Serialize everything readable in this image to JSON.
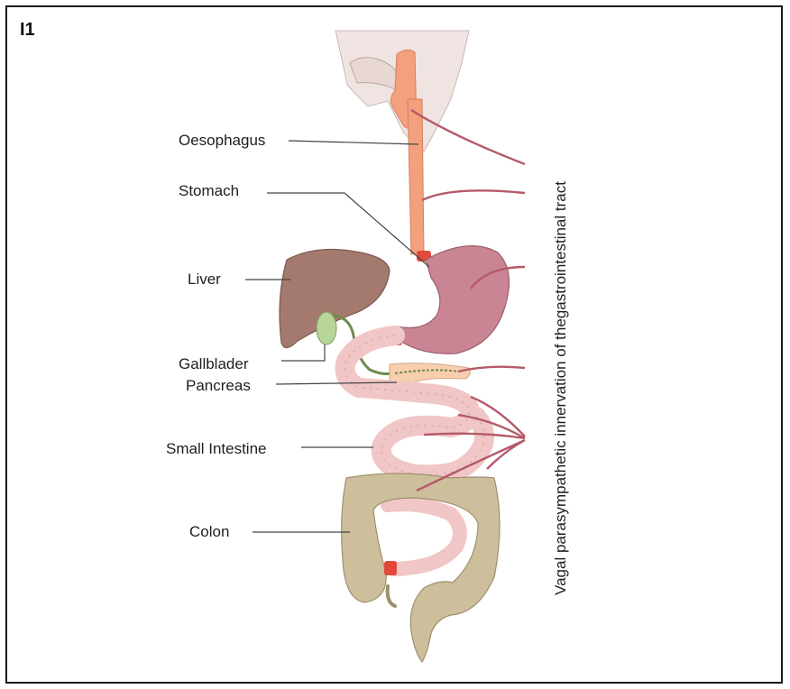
{
  "panel_id": "I1",
  "labels": {
    "oesophagus": "Oesophagus",
    "stomach": "Stomach",
    "liver": "Liver",
    "gallbladder": "Gallblader",
    "pancreas": "Pancreas",
    "small_intestine": "Small Intestine",
    "colon": "Colon"
  },
  "vertical_title": "Vagal parasympathetic innervation of thegastrointestinal tract",
  "colors": {
    "oesophagus": "#f2a07e",
    "stomach": "#c98593",
    "liver": "#a47a6e",
    "gallbladder": "#b9d69a",
    "pancreas": "#f7cfae",
    "small_intestine": "#f1c6c6",
    "colon": "#cdbf9c",
    "nerve": "#b55a6a",
    "sphincter": "#e04a3a",
    "head_skin": "#f0e4e2"
  }
}
